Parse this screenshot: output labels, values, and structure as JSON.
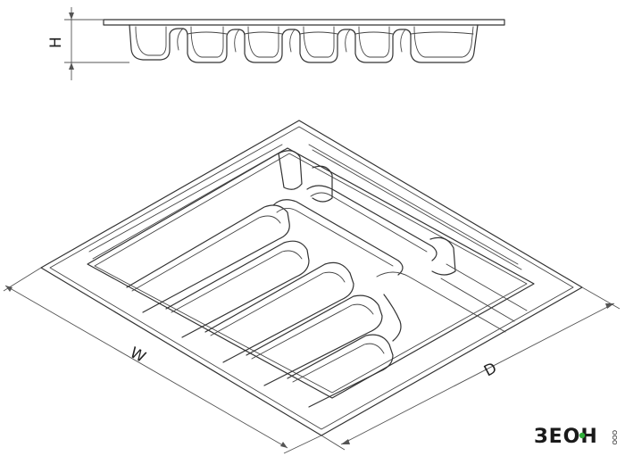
{
  "dimensions": {
    "height_label": "H",
    "width_label": "W",
    "depth_label": "D"
  },
  "logo": {
    "text": "ЗЕОН",
    "subtext": "ООО",
    "accent_color": "#2fae3a"
  }
}
